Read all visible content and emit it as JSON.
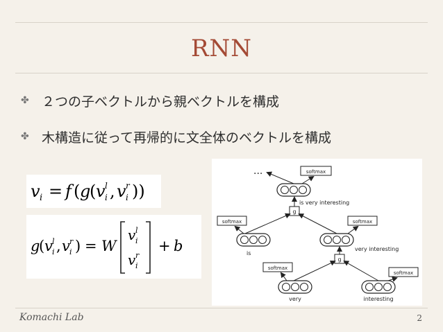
{
  "slide": {
    "title": "RNN",
    "bullets": [
      "２つの子ベクトルから親ベクトルを構成",
      "木構造に従って再帰的に文全体のベクトルを構成"
    ],
    "footer": {
      "lab": "Komachi Lab",
      "page": "2"
    }
  },
  "equations": {
    "eq1": "v_i = f(g(v_i^l, v_i^r))",
    "eq2": "g(v_i^l, v_i^r) = W [v_i^l ; v_i^r] + b"
  },
  "diagram": {
    "dots": "...",
    "softmax_label": "softmax",
    "g_label": "g",
    "phrases": {
      "top": "is very interesting",
      "mid": "very interesting"
    },
    "words": {
      "is": "is",
      "very": "very",
      "interesting": "interesting"
    }
  }
}
